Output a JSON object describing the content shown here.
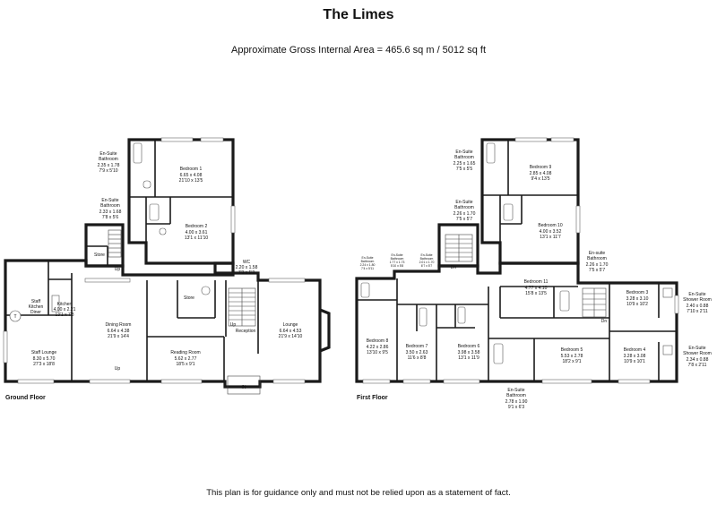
{
  "title": "The Limes",
  "subtitle": "Approximate Gross Internal Area = 465.6 sq m / 5012 sq ft",
  "footer": "This plan is for guidance only and must not be relied upon as a statement of fact.",
  "floors": {
    "ground": "Ground Floor",
    "first": "First Floor"
  },
  "ground_rooms": {
    "ensuite1": {
      "name": [
        "En-Suite",
        "Bathroom"
      ],
      "dims": [
        "2.35 x 1.78",
        "7'9 x 5'10"
      ]
    },
    "bedroom1": {
      "name": [
        "Bedroom 1"
      ],
      "dims": [
        "6.65 x 4.08",
        "21'10 x 13'5"
      ]
    },
    "ensuite2": {
      "name": [
        "En-Suite",
        "Bathroom"
      ],
      "dims": [
        "2.33 x 1.68",
        "7'8 x 5'6"
      ]
    },
    "bedroom2": {
      "name": [
        "Bedroom 2"
      ],
      "dims": [
        "4.00 x 3.61",
        "13'1 x 11'10"
      ]
    },
    "wc": {
      "name": [
        "WC"
      ],
      "dims": [
        "2.20 x 1.58",
        "7'3 x 5'2"
      ]
    },
    "store1": {
      "name": [
        "Store"
      ],
      "dims": []
    },
    "store2": {
      "name": [
        "Store"
      ],
      "dims": []
    },
    "staff_kitchen": {
      "name": [
        "Staff",
        "Kitchen",
        "Diner"
      ],
      "dims": []
    },
    "kitchen": {
      "name": [
        "Kitchen"
      ],
      "dims": [
        "4.00 x 2.21",
        "13'1 x 7'3"
      ]
    },
    "staff_lounge": {
      "name": [
        "Staff Lounge"
      ],
      "dims": [
        "8.30 x 5.70",
        "27'3 x 18'8"
      ]
    },
    "dining": {
      "name": [
        "Dining Room"
      ],
      "dims": [
        "6.64 x 4.38",
        "21'9 x 14'4"
      ]
    },
    "reading": {
      "name": [
        "Reading Room"
      ],
      "dims": [
        "5.62 x 2.77",
        "18'5 x 9'1"
      ]
    },
    "reception": {
      "name": [
        "Reception"
      ],
      "dims": []
    },
    "lounge": {
      "name": [
        "Lounge"
      ],
      "dims": [
        "6.64 x 4.53",
        "21'9 x 14'10"
      ]
    }
  },
  "ground_marks": {
    "up1": "Up",
    "up2": "Up",
    "up3": "Up",
    "in": "IN",
    "t": "T"
  },
  "first_rooms": {
    "ensuite9": {
      "name": [
        "En-Suite",
        "Bathroom"
      ],
      "dims": [
        "2.25 x 1.65",
        "7'5 x 5'5"
      ]
    },
    "bedroom9": {
      "name": [
        "Bedroom 9"
      ],
      "dims": [
        "2.85 x 4.08",
        "9'4 x 13'5"
      ]
    },
    "ensuite10": {
      "name": [
        "En-Suite",
        "Bathroom"
      ],
      "dims": [
        "2.26 x 1.70",
        "7'5 x 5'7"
      ]
    },
    "bedroom10": {
      "name": [
        "Bedroom 10"
      ],
      "dims": [
        "4.00 x 3.52",
        "13'1 x 11'7"
      ]
    },
    "ensuite_a": {
      "name": [
        "En-Suite",
        "Bathroom"
      ],
      "dims": [
        "2.24 x 1.80",
        "7'4 x 5'11"
      ]
    },
    "ensuite_b": {
      "name": [
        "En-Suite",
        "Bathroom"
      ],
      "dims": [
        "1.77 x 1.73",
        "5'10 x 5'8"
      ]
    },
    "ensuite_c": {
      "name": [
        "En-Suite",
        "Bathroom"
      ],
      "dims": [
        "2.01 x 1.70",
        "6'7 x 5'7"
      ]
    },
    "ensuite11": {
      "name": [
        "En-suite",
        "Bathroom"
      ],
      "dims": [
        "2.26 x 1.70",
        "7'5 x 5'7"
      ]
    },
    "bedroom11": {
      "name": [
        "Bedroom 11"
      ],
      "dims": [
        "4.77 x 4.10",
        "15'8 x 13'5"
      ]
    },
    "bedroom3": {
      "name": [
        "Bedroom 3"
      ],
      "dims": [
        "3.28 x 3.10",
        "10'9 x 10'2"
      ]
    },
    "shower3": {
      "name": [
        "En-Suite",
        "Shower Room"
      ],
      "dims": [
        "2.40 x 0.88",
        "7'10 x 2'11"
      ]
    },
    "bedroom8": {
      "name": [
        "Bedroom 8"
      ],
      "dims": [
        "4.22 x 2.86",
        "13'10 x 9'5"
      ]
    },
    "bedroom7": {
      "name": [
        "Bedroom 7"
      ],
      "dims": [
        "3.50 x 2.63",
        "11'6 x 8'8"
      ]
    },
    "bedroom6": {
      "name": [
        "Bedroom 6"
      ],
      "dims": [
        "3.98 x 3.58",
        "13'1 x 11'9"
      ]
    },
    "bedroom5": {
      "name": [
        "Bedroom 5"
      ],
      "dims": [
        "5.53 x 2.78",
        "18'2 x 9'1"
      ]
    },
    "bedroom4": {
      "name": [
        "Bedroom 4"
      ],
      "dims": [
        "3.28 x 3.08",
        "10'9 x 10'1"
      ]
    },
    "shower4": {
      "name": [
        "En-Suite",
        "Shower Room"
      ],
      "dims": [
        "2.34 x 0.88",
        "7'8 x 2'11"
      ]
    },
    "ensuite5": {
      "name": [
        "En-Suite",
        "Bathroom"
      ],
      "dims": [
        "2.78 x 1.90",
        "9'1 x 6'3"
      ]
    }
  },
  "first_marks": {
    "dn1": "Dn",
    "dn2": "Dn"
  }
}
